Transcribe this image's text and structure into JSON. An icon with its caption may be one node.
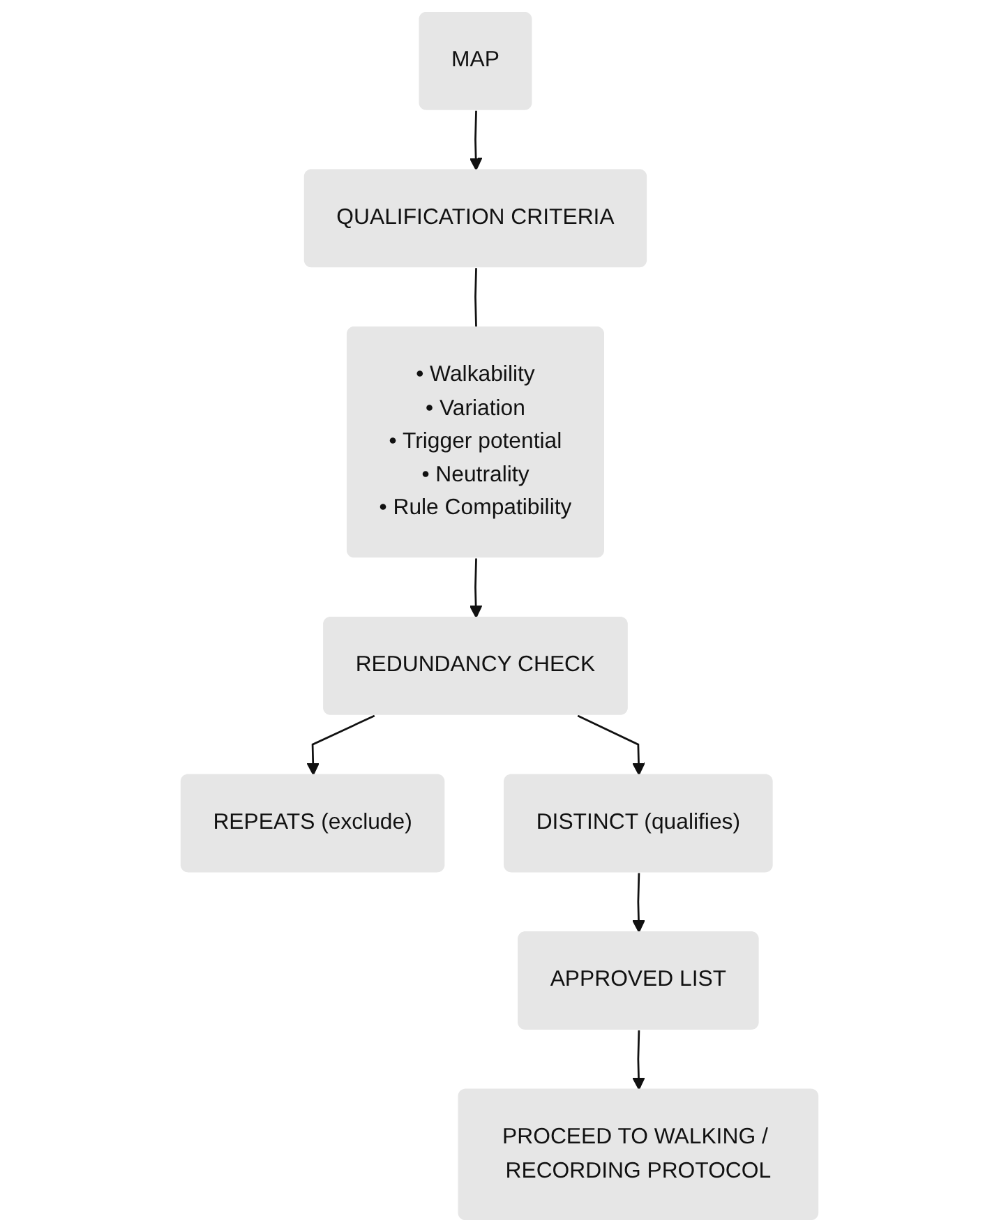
{
  "diagram": {
    "nodes": [
      {
        "text": [
          "MAP"
        ]
      },
      {
        "text": [
          "QUALIFICATION CRITERIA"
        ]
      },
      {
        "text": [
          "• Walkability",
          "• Variation",
          "• Trigger potential",
          "• Neutrality",
          "• Rule Compatibility"
        ]
      },
      {
        "text": [
          "REDUNDANCY CHECK"
        ]
      },
      {
        "text": [
          "REPEATS (exclude)"
        ]
      },
      {
        "text": [
          "DISTINCT (qualifies)"
        ]
      },
      {
        "text": [
          "APPROVED LIST"
        ]
      },
      {
        "text": [
          "PROCEED TO WALKING / RECORDING PROTOCOL"
        ]
      }
    ],
    "edges": [
      {
        "from": 0,
        "to": 1,
        "arrow": "to"
      },
      {
        "from": 1,
        "to": 2,
        "arrow": "none"
      },
      {
        "from": 2,
        "to": 3,
        "arrow": "to"
      },
      {
        "from": 3,
        "to": 4,
        "arrow": "to"
      },
      {
        "from": 3,
        "to": 5,
        "arrow": "to"
      },
      {
        "from": 5,
        "to": 6,
        "arrow": "to"
      },
      {
        "from": 6,
        "to": 7,
        "arrow": "to"
      }
    ]
  }
}
